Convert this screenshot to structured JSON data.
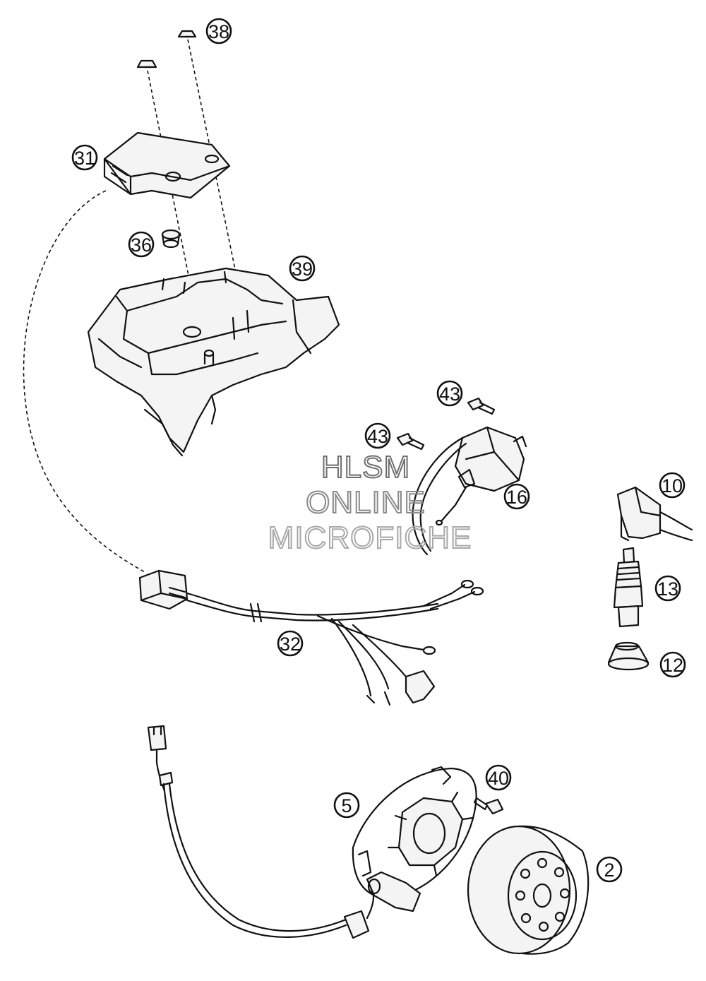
{
  "callouts": {
    "c38": "38",
    "c31": "31",
    "c36": "36",
    "c39": "39",
    "c43a": "43",
    "c43b": "43",
    "c16": "16",
    "c10": "10",
    "c13": "13",
    "c12": "12",
    "c32": "32",
    "c40": "40",
    "c5": "5",
    "c2": "2"
  },
  "watermark": {
    "line1": "HLSM",
    "line2": "ONLINE",
    "line3": "MICROFICHE"
  },
  "colors": {
    "line": "#111111",
    "watermark": "#8a8a8a"
  }
}
